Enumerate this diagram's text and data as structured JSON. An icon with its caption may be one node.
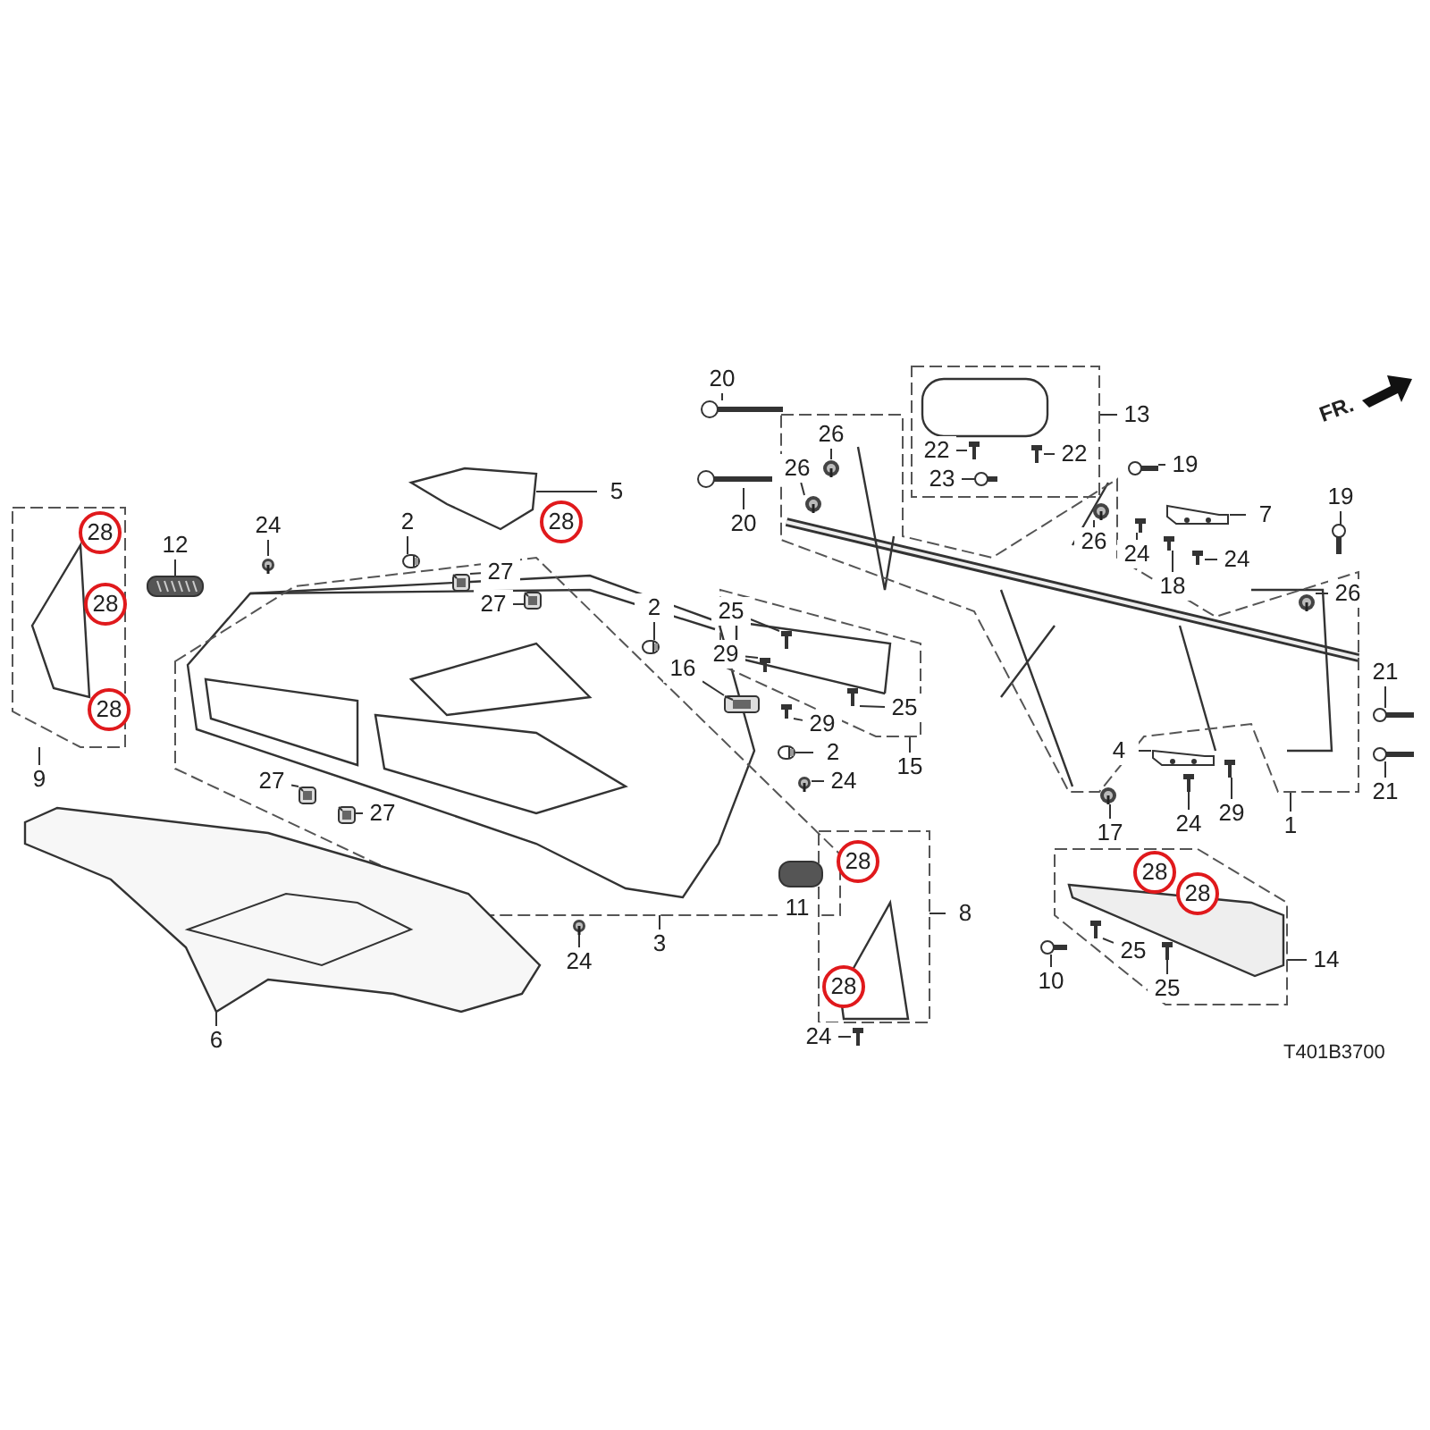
{
  "diagram": {
    "nodes": [
      {
        "text": [],
        "shape": "box"
      },
      {
        "text": [],
        "shape": "box"
      },
      {
        "text": [],
        "shape": "box"
      },
      {
        "text": [],
        "shape": "box"
      },
      {
        "text": [],
        "shape": "box"
      },
      {
        "text": [],
        "shape": "box"
      },
      {
        "text": [],
        "shape": "box"
      },
      {
        "text": [
          "20"
        ]
      },
      {
        "text": [
          "20"
        ]
      },
      {
        "text": [
          "26"
        ],
        "in": 4
      },
      {
        "text": [
          "26"
        ],
        "in": 4
      },
      {
        "text": [
          "13"
        ]
      },
      {
        "text": [
          "22"
        ],
        "in": 2
      },
      {
        "text": [
          "22"
        ],
        "in": 2
      },
      {
        "text": [
          "23"
        ],
        "in": 2
      },
      {
        "text": [
          "19"
        ]
      },
      {
        "text": [
          "19"
        ]
      },
      {
        "text": [
          "26"
        ],
        "in": 4
      },
      {
        "text": [
          "7"
        ]
      },
      {
        "text": [
          "24"
        ]
      },
      {
        "text": [
          "24"
        ]
      },
      {
        "text": [
          "18"
        ]
      },
      {
        "text": [
          "26"
        ]
      },
      {
        "text": [
          "21"
        ]
      },
      {
        "text": [
          "21"
        ]
      },
      {
        "text": [
          "1"
        ]
      },
      {
        "text": [
          "17"
        ]
      },
      {
        "text": [
          "24"
        ]
      },
      {
        "text": [
          "29"
        ]
      },
      {
        "text": [
          "4"
        ],
        "in": 4
      },
      {
        "text": [
          "25"
        ]
      },
      {
        "text": [
          "29"
        ]
      },
      {
        "text": [
          "29"
        ]
      },
      {
        "text": [
          "25"
        ],
        "in": 3
      },
      {
        "text": [
          "15"
        ]
      },
      {
        "text": [
          "16"
        ]
      },
      {
        "text": [
          "2"
        ]
      },
      {
        "text": [
          "24"
        ]
      },
      {
        "text": [
          "2"
        ]
      },
      {
        "text": [
          "2"
        ]
      },
      {
        "text": [
          "27"
        ],
        "in": 1
      },
      {
        "text": [
          "27"
        ],
        "in": 1
      },
      {
        "text": [
          "27"
        ],
        "in": 1
      },
      {
        "text": [
          "27"
        ],
        "in": 1
      },
      {
        "text": [
          "24"
        ]
      },
      {
        "text": [
          "12"
        ]
      },
      {
        "text": [
          "5"
        ]
      },
      {
        "text": [
          "28"
        ]
      },
      {
        "text": [
          "28"
        ],
        "in": 0
      },
      {
        "text": [
          "28"
        ],
        "in": 0
      },
      {
        "text": [
          "28"
        ],
        "in": 0
      },
      {
        "text": [
          "9"
        ]
      },
      {
        "text": [
          "3"
        ]
      },
      {
        "text": [
          "24"
        ]
      },
      {
        "text": [
          "6"
        ]
      },
      {
        "text": [
          "11"
        ]
      },
      {
        "text": [
          "28"
        ],
        "in": 5
      },
      {
        "text": [
          "28"
        ],
        "in": 5
      },
      {
        "text": [
          "24"
        ]
      },
      {
        "text": [
          "8"
        ]
      },
      {
        "text": [
          "28"
        ],
        "in": 6
      },
      {
        "text": [
          "28"
        ],
        "in": 6
      },
      {
        "text": [
          "25"
        ],
        "in": 6
      },
      {
        "text": [
          "25"
        ],
        "in": 6
      },
      {
        "text": [
          "10"
        ]
      },
      {
        "text": [
          "14"
        ]
      },
      {
        "text": [],
        "shape": "picture"
      },
      {
        "text": [],
        "shape": "picture"
      },
      {
        "text": [],
        "shape": "picture",
        "in": 4
      },
      {
        "text": [],
        "shape": "picture",
        "in": 4
      },
      {
        "text": [],
        "shape": "picture",
        "in": 2
      },
      {
        "text": [],
        "shape": "picture",
        "in": 2
      },
      {
        "text": [],
        "shape": "picture",
        "in": 2
      },
      {
        "text": [],
        "shape": "picture"
      },
      {
        "text": [],
        "shape": "picture"
      },
      {
        "text": [],
        "shape": "picture",
        "in": 4
      },
      {
        "text": [],
        "shape": "picture"
      },
      {
        "text": [],
        "shape": "picture"
      },
      {
        "text": [],
        "shape": "picture"
      },
      {
        "text": [],
        "shape": "picture"
      },
      {
        "text": [],
        "shape": "picture",
        "in": 4
      },
      {
        "text": [],
        "shape": "picture"
      },
      {
        "text": [],
        "shape": "picture"
      },
      {
        "text": [],
        "shape": "picture"
      },
      {
        "text": [],
        "shape": "picture"
      },
      {
        "text": [],
        "shape": "picture"
      },
      {
        "text": [],
        "shape": "picture"
      },
      {
        "text": [],
        "shape": "picture",
        "in": 3
      },
      {
        "text": [],
        "shape": "picture",
        "in": 3
      },
      {
        "text": [],
        "shape": "picture"
      },
      {
        "text": [],
        "shape": "picture",
        "in": 3
      },
      {
        "text": [],
        "shape": "picture"
      },
      {
        "text": [],
        "shape": "picture"
      },
      {
        "text": [],
        "shape": "picture"
      },
      {
        "text": [],
        "shape": "picture"
      },
      {
        "text": [],
        "shape": "picture"
      },
      {
        "text": [],
        "shape": "picture",
        "in": 1
      },
      {
        "text": [],
        "shape": "picture",
        "in": 1
      },
      {
        "text": [],
        "shape": "picture",
        "in": 1
      },
      {
        "text": [],
        "shape": "picture",
        "in": 1
      },
      {
        "text": [],
        "shape": "picture"
      },
      {
        "text": [],
        "shape": "picture"
      },
      {
        "text": [],
        "shape": "picture"
      },
      {
        "text": [],
        "shape": "picture"
      },
      {
        "text": [],
        "shape": "picture"
      },
      {
        "text": [],
        "shape": "picture"
      },
      {
        "text": [],
        "shape": "picture",
        "in": 6
      },
      {
        "text": [],
        "shape": "picture",
        "in": 6
      },
      {
        "text": [],
        "shape": "picture"
      }
    ],
    "edges": [
      {
        "from": 7,
        "to": 66,
        "arrow": "none"
      },
      {
        "from": 8,
        "to": 67,
        "arrow": "none"
      },
      {
        "from": 9,
        "to": 68,
        "arrow": "none"
      },
      {
        "from": 10,
        "to": 69,
        "arrow": "none"
      },
      {
        "from": 11,
        "to": 2,
        "arrow": "none"
      },
      {
        "from": 12,
        "to": 70,
        "arrow": "none"
      },
      {
        "from": 13,
        "to": 71,
        "arrow": "none"
      },
      {
        "from": 14,
        "to": 72,
        "arrow": "none"
      },
      {
        "from": 15,
        "to": 73,
        "arrow": "none"
      },
      {
        "from": 16,
        "to": 74,
        "arrow": "none"
      },
      {
        "from": 17,
        "to": 75,
        "arrow": "none"
      },
      {
        "from": 18,
        "to": 76,
        "arrow": "none"
      },
      {
        "from": 19,
        "to": 77,
        "arrow": "none"
      },
      {
        "from": 20,
        "to": 78,
        "arrow": "none"
      },
      {
        "from": 21,
        "to": 79,
        "arrow": "none"
      },
      {
        "from": 22,
        "to": 80,
        "arrow": "none"
      },
      {
        "from": 23,
        "to": 81,
        "arrow": "none"
      },
      {
        "from": 24,
        "to": 82,
        "arrow": "none"
      },
      {
        "from": 25,
        "to": 4,
        "arrow": "none"
      },
      {
        "from": 26,
        "to": 83,
        "arrow": "none"
      },
      {
        "from": 27,
        "to": 84,
        "arrow": "none"
      },
      {
        "from": 28,
        "to": 85,
        "arrow": "none"
      },
      {
        "from": 29,
        "to": 86,
        "arrow": "none"
      },
      {
        "from": 30,
        "to": 87,
        "arrow": "none"
      },
      {
        "from": 31,
        "to": 88,
        "arrow": "none"
      },
      {
        "from": 32,
        "to": 89,
        "arrow": "none"
      },
      {
        "from": 33,
        "to": 90,
        "arrow": "none"
      },
      {
        "from": 34,
        "to": 3,
        "arrow": "none"
      },
      {
        "from": 35,
        "to": 91,
        "arrow": "none"
      },
      {
        "from": 36,
        "to": 92,
        "arrow": "none"
      },
      {
        "from": 37,
        "to": 93,
        "arrow": "none"
      },
      {
        "from": 38,
        "to": 94,
        "arrow": "none"
      },
      {
        "from": 39,
        "to": 95,
        "arrow": "none"
      },
      {
        "from": 40,
        "to": 96,
        "arrow": "none"
      },
      {
        "from": 41,
        "to": 97,
        "arrow": "none"
      },
      {
        "from": 42,
        "to": 98,
        "arrow": "none"
      },
      {
        "from": 43,
        "to": 99,
        "arrow": "none"
      },
      {
        "from": 44,
        "to": 100,
        "arrow": "none"
      },
      {
        "from": 45,
        "to": 101,
        "arrow": "none"
      },
      {
        "from": 46,
        "to": 102,
        "arrow": "none"
      },
      {
        "from": 51,
        "to": 0,
        "arrow": "none"
      },
      {
        "from": 52,
        "to": 1,
        "arrow": "none"
      },
      {
        "from": 53,
        "to": 103,
        "arrow": "none"
      },
      {
        "from": 54,
        "to": 104,
        "arrow": "none"
      },
      {
        "from": 58,
        "to": 105,
        "arrow": "none"
      },
      {
        "from": 59,
        "to": 5,
        "arrow": "none"
      },
      {
        "from": 62,
        "to": 106,
        "arrow": "none"
      },
      {
        "from": 63,
        "to": 107,
        "arrow": "none"
      },
      {
        "from": 64,
        "to": 108,
        "arrow": "none"
      },
      {
        "from": 65,
        "to": 6,
        "arrow": "none"
      }
    ],
    "labels": [
      "FR.",
      "T401B3700"
    ]
  }
}
